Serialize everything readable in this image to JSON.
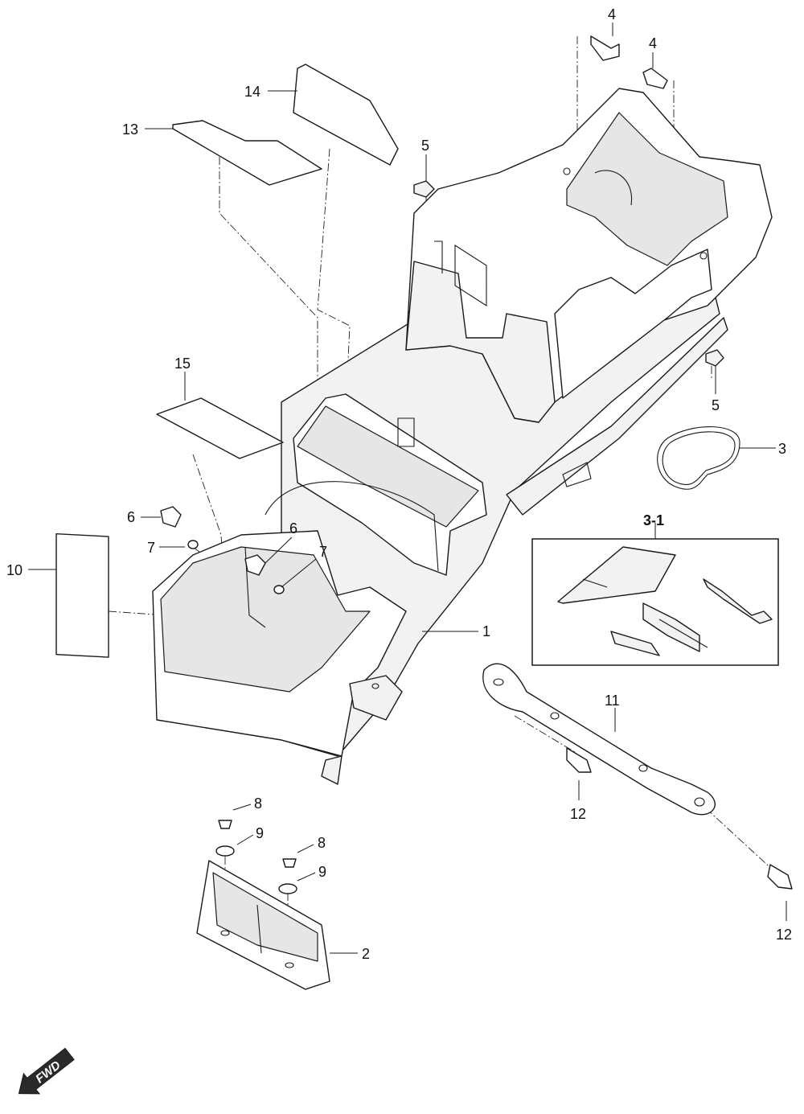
{
  "callouts": {
    "c1": "1",
    "c2": "2",
    "c3": "3",
    "c3_1": "3-1",
    "c4a": "4",
    "c4b": "4",
    "c5a": "5",
    "c5b": "5",
    "c6a": "6",
    "c6b": "6",
    "c7a": "7",
    "c7b": "7",
    "c8a": "8",
    "c8b": "8",
    "c9a": "9",
    "c9b": "9",
    "c10": "10",
    "c11": "11",
    "c12a": "12",
    "c12b": "12",
    "c13": "13",
    "c14": "14",
    "c15": "15"
  },
  "direction_badge": "FWD"
}
